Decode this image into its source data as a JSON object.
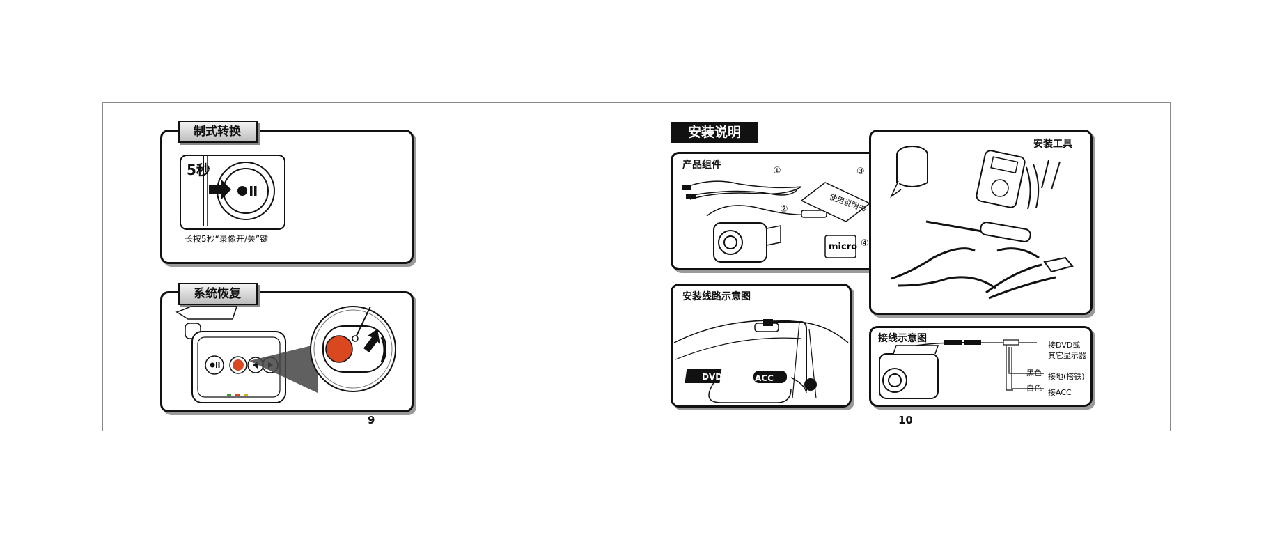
{
  "left_page": {
    "mode_switch": {
      "tab_title": "制式转换",
      "seconds_label": "5秒",
      "caption": "长按5秒“录像开/关”键"
    },
    "system_restore": {
      "tab_title": "系统恢复"
    },
    "page_number": "9"
  },
  "right_page": {
    "install_title": "安装说明",
    "components": {
      "title": "产品组件",
      "markers": [
        "①",
        "②",
        "③",
        "④"
      ],
      "manual_text": "使用说明书"
    },
    "tools": {
      "title": "安装工具"
    },
    "wiring_route": {
      "title": "安装线路示意图",
      "dvd_label": "DVD",
      "acc_label": "ACC"
    },
    "connection": {
      "title": "接线示意图",
      "dvd_connect": "接DVD或",
      "other_display": "其它显示器",
      "black_label": "黑色",
      "ground_label": "接地(搭铁)",
      "white_label": "白色",
      "acc_connect": "接ACC"
    },
    "page_number": "10"
  }
}
